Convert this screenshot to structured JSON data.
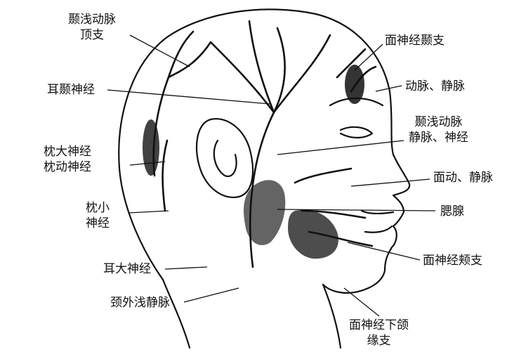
{
  "labels": {
    "superficial_temporal_artery_parietal_branch": "颞浅动脉\n顶支",
    "auriculotemporal_nerve": "耳颞神经",
    "greater_occipital_nerve_artery": "枕大神经\n枕动神经",
    "lesser_occipital_nerve": "枕小\n神经",
    "great_auricular_nerve": "耳大神经",
    "external_jugular_vein": "颈外浅静脉",
    "facial_nerve_temporal_branch": "面神经颞支",
    "artery_vein": "动脉、静脉",
    "superficial_temporal_artery_vein_nerve": "颞浅动脉\n静脉、神经",
    "facial_artery_vein": "面动、静脉",
    "parotid_gland": "腮腺",
    "facial_nerve_buccal_branch": "面神经颊支",
    "facial_nerve_marginal_mandibular_branch": "面神经下颌\n缘支"
  },
  "colors": {
    "ink": "#111111",
    "paper": "#ffffff"
  }
}
